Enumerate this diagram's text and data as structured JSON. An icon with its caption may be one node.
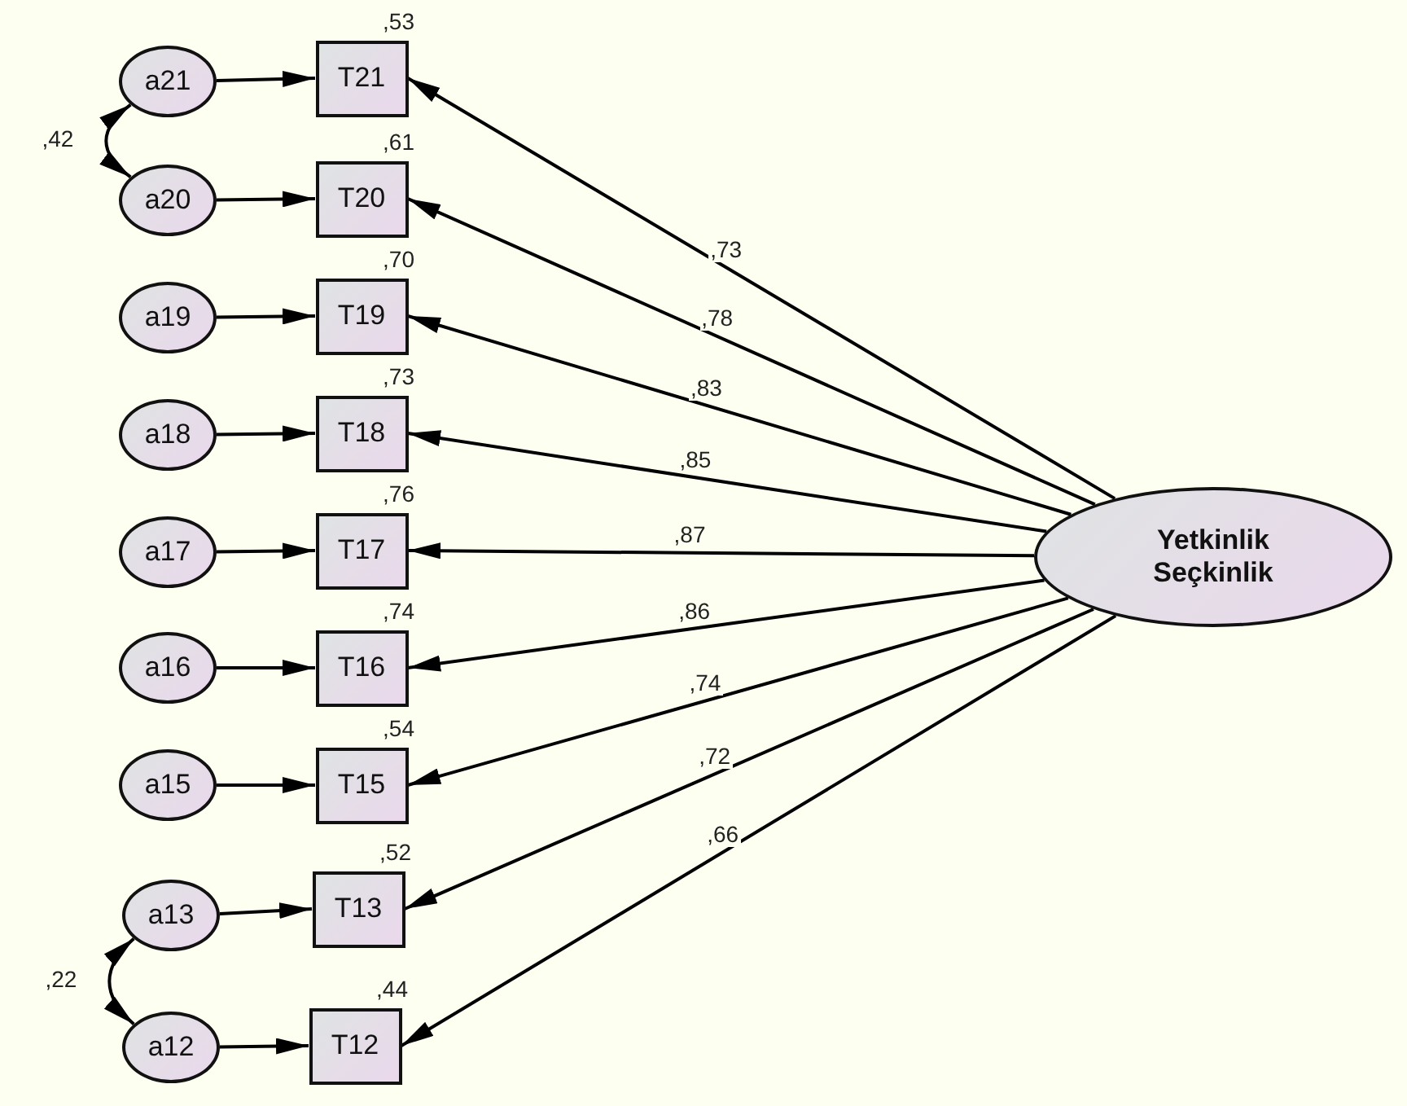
{
  "diagram": {
    "nodes": [
      {
        "text": [
          "a21"
        ]
      },
      {
        "text": [
          "T21"
        ],
        "beside": [
          ",53"
        ]
      },
      {
        "text": [
          "a20"
        ]
      },
      {
        "text": [
          "T20"
        ],
        "beside": [
          ",61"
        ]
      },
      {
        "text": [
          "a19"
        ]
      },
      {
        "text": [
          "T19"
        ],
        "beside": [
          ",70"
        ]
      },
      {
        "text": [
          "a18"
        ]
      },
      {
        "text": [
          "T18"
        ],
        "beside": [
          ",73"
        ]
      },
      {
        "text": [
          "a17"
        ]
      },
      {
        "text": [
          "T17"
        ],
        "beside": [
          ",76"
        ]
      },
      {
        "text": [
          "a16"
        ]
      },
      {
        "text": [
          "T16"
        ],
        "beside": [
          ",74"
        ]
      },
      {
        "text": [
          "a15"
        ]
      },
      {
        "text": [
          "T15"
        ],
        "beside": [
          ",54"
        ]
      },
      {
        "text": [
          "a13"
        ]
      },
      {
        "text": [
          "T13"
        ],
        "beside": [
          ",52"
        ]
      },
      {
        "text": [
          "a12"
        ]
      },
      {
        "text": [
          "T12"
        ],
        "beside": [
          ",44"
        ]
      },
      {
        "text": [
          "Yetkinlik Seçkinlik"
        ]
      }
    ],
    "edges": [
      {
        "from": 0,
        "to": 1,
        "arrow": "to"
      },
      {
        "from": 2,
        "to": 3,
        "arrow": "to"
      },
      {
        "from": 4,
        "to": 5,
        "arrow": "to"
      },
      {
        "from": 6,
        "to": 7,
        "arrow": "to"
      },
      {
        "from": 8,
        "to": 9,
        "arrow": "to"
      },
      {
        "from": 10,
        "to": 11,
        "arrow": "to"
      },
      {
        "from": 12,
        "to": 13,
        "arrow": "to"
      },
      {
        "from": 14,
        "to": 15,
        "arrow": "to"
      },
      {
        "from": 16,
        "to": 17,
        "arrow": "to"
      },
      {
        "from": 18,
        "to": 1,
        "arrow": "to",
        "label": ",73"
      },
      {
        "from": 18,
        "to": 3,
        "arrow": "to",
        "label": ",78"
      },
      {
        "from": 18,
        "to": 5,
        "arrow": "to",
        "label": ",83"
      },
      {
        "from": 18,
        "to": 7,
        "arrow": "to",
        "label": ",85"
      },
      {
        "from": 18,
        "to": 9,
        "arrow": "to",
        "label": ",87"
      },
      {
        "from": 18,
        "to": 11,
        "arrow": "to",
        "label": ",86"
      },
      {
        "from": 18,
        "to": 13,
        "arrow": "to",
        "label": ",74"
      },
      {
        "from": 18,
        "to": 15,
        "arrow": "to",
        "label": ",72"
      },
      {
        "from": 18,
        "to": 17,
        "arrow": "to",
        "label": ",66"
      },
      {
        "from": 0,
        "to": 2,
        "arrow": "both",
        "label": ",42"
      },
      {
        "from": 14,
        "to": 16,
        "arrow": "both",
        "label": ",22"
      }
    ]
  }
}
